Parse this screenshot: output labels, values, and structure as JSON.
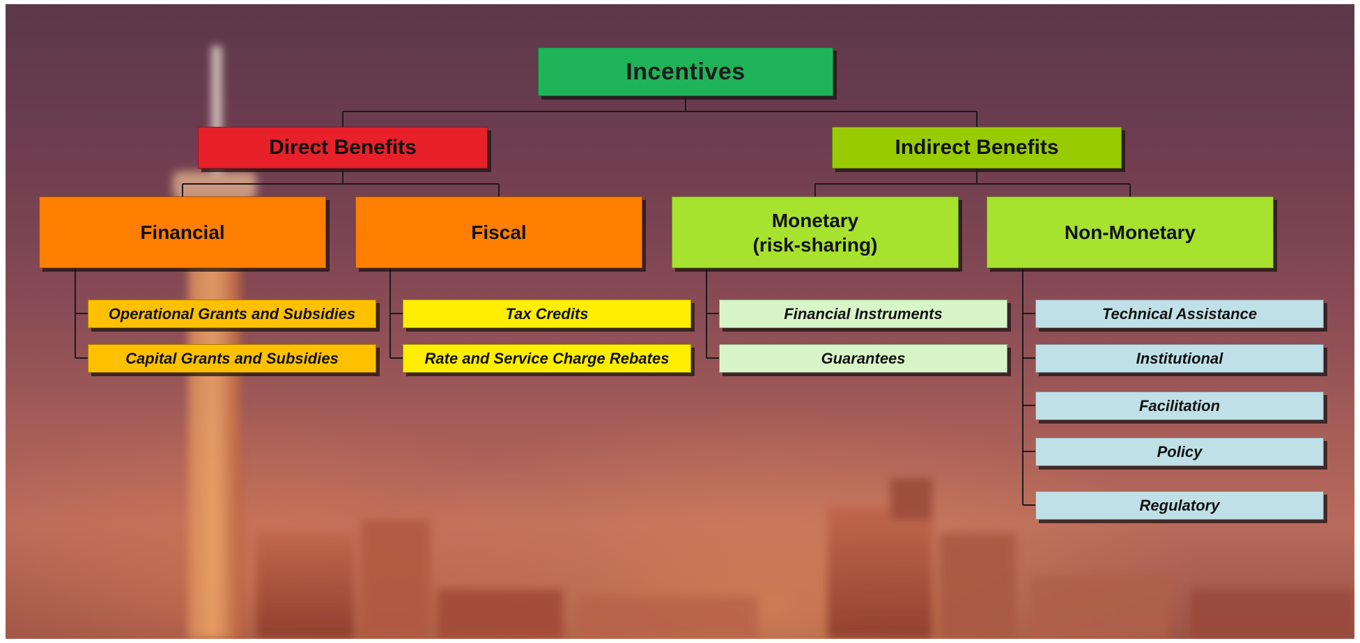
{
  "colors": {
    "root": "#1fb35a",
    "direct": "#e8202a",
    "indirect": "#99cc00",
    "financial": "#ff7f00",
    "fiscal": "#ff7f00",
    "monetary": "#a6e22e",
    "nonmonetary": "#a6e22e",
    "leaf_financial": "#ffc000",
    "leaf_fiscal": "#ffee00",
    "leaf_monetary": "#d8f5c8",
    "leaf_nonmonetary": "#bfe0e6"
  },
  "root": {
    "label": "Incentives"
  },
  "direct": {
    "label": "Direct Benefits",
    "financial": {
      "label": "Financial",
      "items": [
        "Operational Grants and Subsidies",
        "Capital Grants and Subsidies"
      ]
    },
    "fiscal": {
      "label": "Fiscal",
      "items": [
        "Tax Credits",
        "Rate and Service Charge Rebates"
      ]
    }
  },
  "indirect": {
    "label": "Indirect Benefits",
    "monetary": {
      "label": "Monetary\n(risk-sharing)",
      "items": [
        "Financial Instruments",
        "Guarantees"
      ]
    },
    "nonmonetary": {
      "label": "Non-Monetary",
      "items": [
        "Technical Assistance",
        "Institutional",
        "Facilitation",
        "Policy",
        "Regulatory"
      ]
    }
  }
}
